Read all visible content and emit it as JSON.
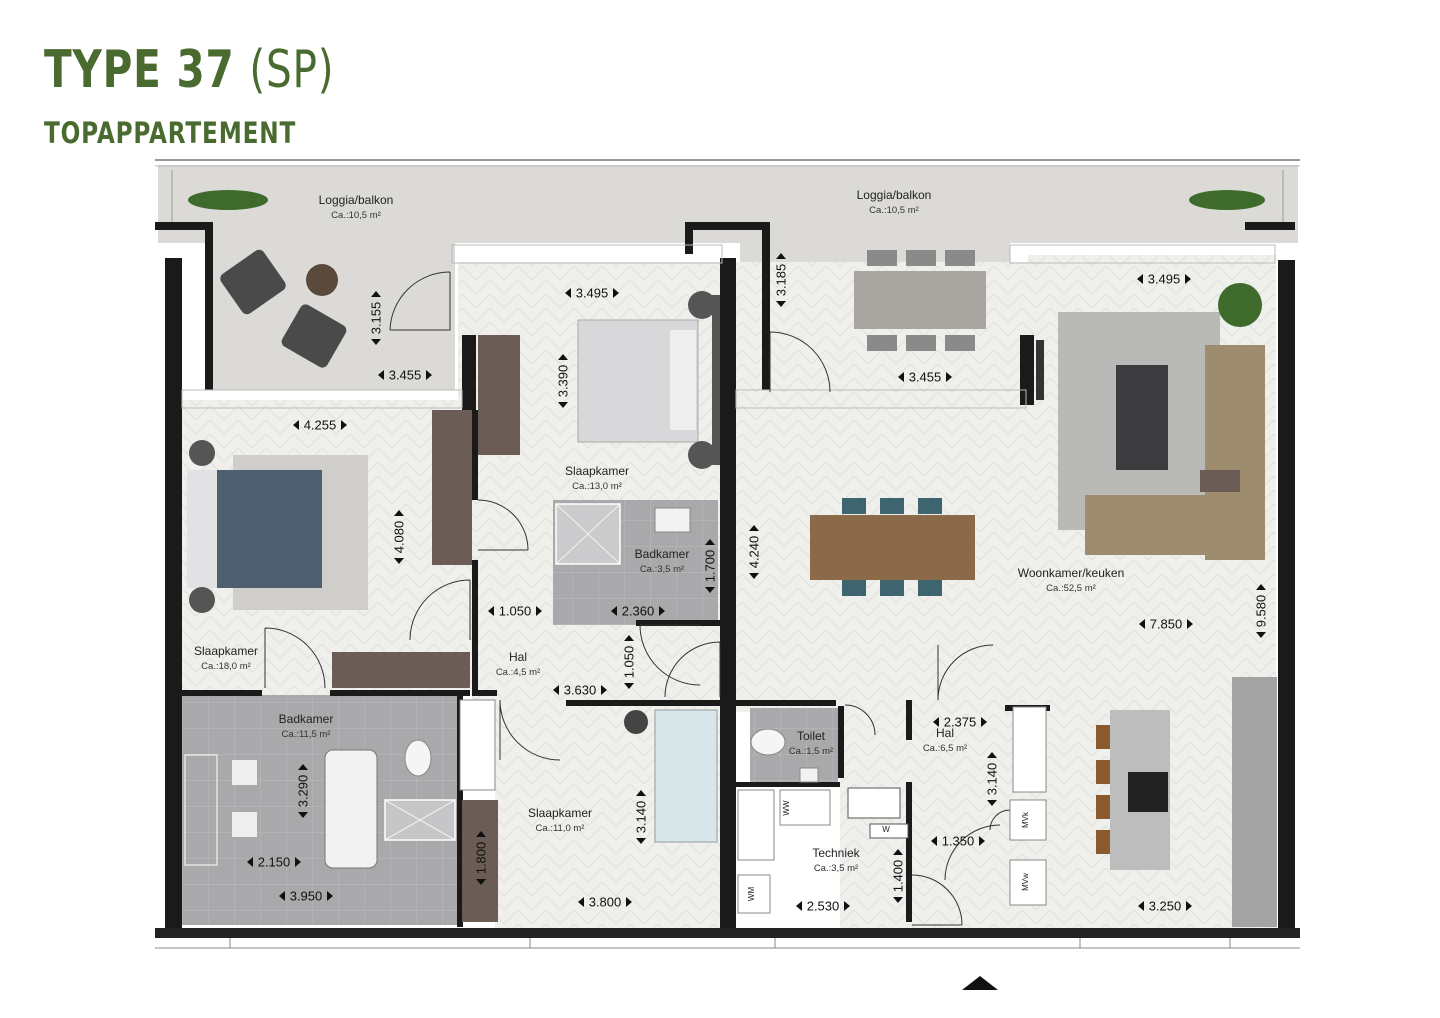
{
  "header": {
    "type_label": "TYPE 37",
    "type_code": "(SP)",
    "subtitle": "TOPAPPARTEMENT"
  },
  "colors": {
    "brand_green": "#4a6b2f",
    "wall": "#1a1a1a",
    "floor_wood": "#eeeeeb",
    "loggia": "#dcdad7",
    "tile": "#aaaaab"
  },
  "rooms": [
    {
      "id": "loggia-left",
      "name": "Loggia/balkon",
      "area": "Ca.:10,5 m²"
    },
    {
      "id": "loggia-right",
      "name": "Loggia/balkon",
      "area": "Ca.:10,5 m²"
    },
    {
      "id": "slaapkamer-13",
      "name": "Slaapkamer",
      "area": "Ca.:13,0 m²"
    },
    {
      "id": "badkamer-3-5",
      "name": "Badkamer",
      "area": "Ca.:3,5 m²"
    },
    {
      "id": "woonkamer",
      "name": "Woonkamer/keuken",
      "area": "Ca.:52,5 m²"
    },
    {
      "id": "slaapkamer-18",
      "name": "Slaapkamer",
      "area": "Ca.:18,0 m²"
    },
    {
      "id": "hal-4-5",
      "name": "Hal",
      "area": "Ca.:4,5 m²"
    },
    {
      "id": "badkamer-11-5",
      "name": "Badkamer",
      "area": "Ca.:11,5 m²"
    },
    {
      "id": "toilet",
      "name": "Toilet",
      "area": "Ca.:1,5 m²"
    },
    {
      "id": "hal-6-5",
      "name": "Hal",
      "area": "Ca.:6,5 m²"
    },
    {
      "id": "slaapkamer-11",
      "name": "Slaapkamer",
      "area": "Ca.:11,0 m²"
    },
    {
      "id": "techniek",
      "name": "Techniek",
      "area": "Ca.:3,5 m²"
    }
  ],
  "dimensions": [
    {
      "id": "d1",
      "value": "3.495",
      "dir": "h"
    },
    {
      "id": "d2",
      "value": "3.185",
      "dir": "v"
    },
    {
      "id": "d3",
      "value": "3.495",
      "dir": "h"
    },
    {
      "id": "d4",
      "value": "3.155",
      "dir": "v"
    },
    {
      "id": "d5",
      "value": "3.455",
      "dir": "h"
    },
    {
      "id": "d6",
      "value": "3.390",
      "dir": "v"
    },
    {
      "id": "d7",
      "value": "3.455",
      "dir": "h"
    },
    {
      "id": "d8",
      "value": "4.255",
      "dir": "h"
    },
    {
      "id": "d9",
      "value": "4.080",
      "dir": "v"
    },
    {
      "id": "d10",
      "value": "1.700",
      "dir": "v"
    },
    {
      "id": "d11",
      "value": "4.240",
      "dir": "v"
    },
    {
      "id": "d12",
      "value": "1.050",
      "dir": "h"
    },
    {
      "id": "d13",
      "value": "2.360",
      "dir": "h"
    },
    {
      "id": "d14",
      "value": "7.850",
      "dir": "h"
    },
    {
      "id": "d15",
      "value": "9.580",
      "dir": "v"
    },
    {
      "id": "d16",
      "value": "1.050",
      "dir": "v"
    },
    {
      "id": "d17",
      "value": "3.630",
      "dir": "h"
    },
    {
      "id": "d18",
      "value": "2.375",
      "dir": "h"
    },
    {
      "id": "d19",
      "value": "3.290",
      "dir": "v"
    },
    {
      "id": "d20",
      "value": "3.140",
      "dir": "v"
    },
    {
      "id": "d21",
      "value": "3.140",
      "dir": "v"
    },
    {
      "id": "d22",
      "value": "1.350",
      "dir": "h"
    },
    {
      "id": "d23",
      "value": "2.150",
      "dir": "h"
    },
    {
      "id": "d24",
      "value": "1.800",
      "dir": "v"
    },
    {
      "id": "d25",
      "value": "1.400",
      "dir": "v"
    },
    {
      "id": "d26",
      "value": "3.950",
      "dir": "h"
    },
    {
      "id": "d27",
      "value": "3.800",
      "dir": "h"
    },
    {
      "id": "d28",
      "value": "2.530",
      "dir": "h"
    },
    {
      "id": "d29",
      "value": "3.250",
      "dir": "h"
    }
  ],
  "appliances": {
    "ww": "WW",
    "w": "W",
    "wm": "WM",
    "mvk": "MVk",
    "mvw": "MVw"
  }
}
